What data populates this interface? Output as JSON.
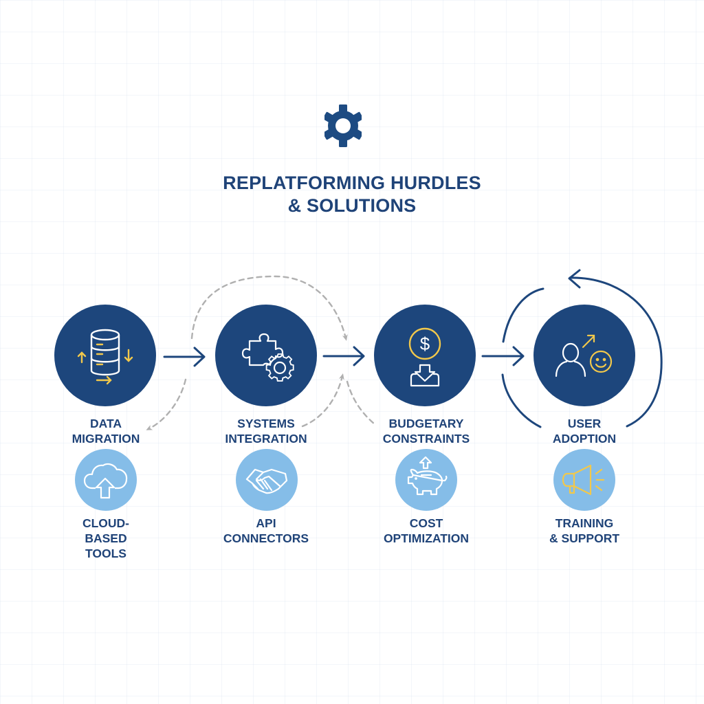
{
  "header": {
    "icon": "gear-icon",
    "title_line1": "REPLATFORMING HURDLES",
    "title_line2": "& SOLUTIONS"
  },
  "colors": {
    "primary_dark": "#1d467c",
    "solution_light": "#85bde8",
    "accent_yellow": "#f2c84b",
    "text": "#1f4378",
    "dashed_arrow": "#b0b0b0"
  },
  "hurdles": [
    {
      "icon": "database-icon",
      "line1": "DATA",
      "line2": "MIGRATION"
    },
    {
      "icon": "puzzle-gear-icon",
      "line1": "SYSTEMS",
      "line2": "INTEGRATION"
    },
    {
      "icon": "dollar-inbox-icon",
      "line1": "BUDGETARY",
      "line2": "CONSTRAINTS"
    },
    {
      "icon": "user-smiley-icon",
      "line1": "USER",
      "line2": "ADOPTION"
    }
  ],
  "solutions": [
    {
      "icon": "cloud-upload-icon",
      "line1": "CLOUD-",
      "line2": "BASED",
      "line3": "TOOLS"
    },
    {
      "icon": "handshake-icon",
      "line1": "API",
      "line2": "CONNECTORS"
    },
    {
      "icon": "piggy-bank-icon",
      "line1": "COST",
      "line2": "OPTIMIZATION"
    },
    {
      "icon": "megaphone-icon",
      "line1": "TRAINING",
      "line2": "& SUPPORT"
    }
  ]
}
